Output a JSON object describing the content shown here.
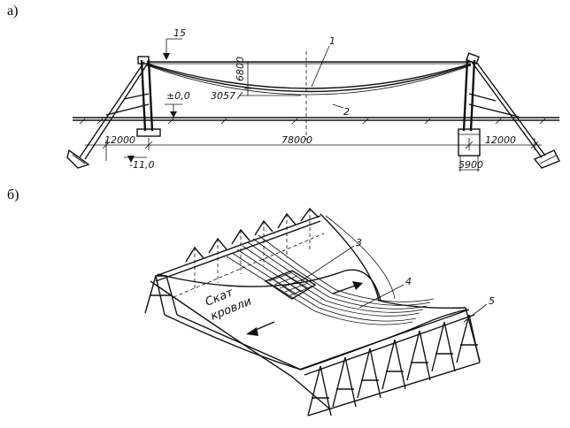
{
  "panels": {
    "a": {
      "label": "а)"
    },
    "b": {
      "label": "б)"
    }
  },
  "diagram_a": {
    "dims": {
      "d15": "15",
      "d6800": "6800",
      "d3057": "3057",
      "zero": "±0,0",
      "left_span": "12000",
      "main_span": "78000",
      "right_span": "12000",
      "depth": "-11,0",
      "foundation": "5900"
    },
    "callouts": {
      "c1": "1",
      "c2": "2"
    }
  },
  "diagram_b": {
    "callouts": {
      "c3": "3",
      "c4": "4",
      "c5": "5"
    },
    "slope_text": {
      "line1": "Скат",
      "line2": "кровли"
    }
  }
}
